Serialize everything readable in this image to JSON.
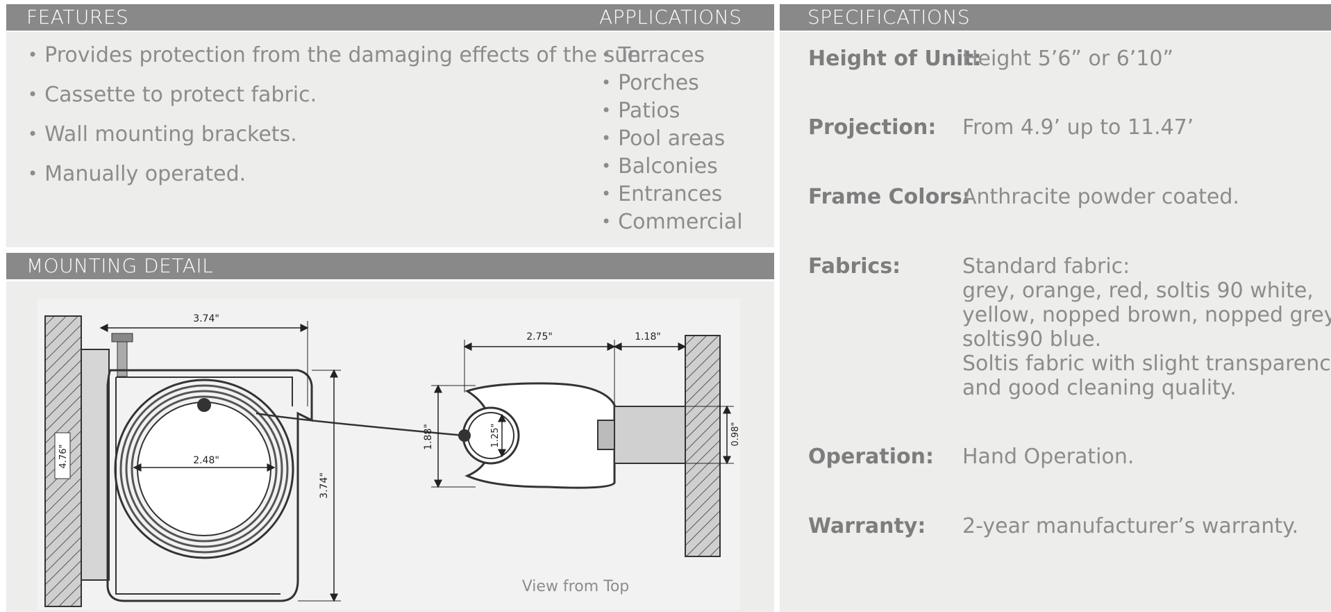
{
  "features": {
    "heading": "FEATURES",
    "items": [
      "Provides protection from the damaging effects of the sun.",
      "Cassette to protect fabric.",
      "Wall mounting brackets.",
      "Manually operated."
    ]
  },
  "applications": {
    "heading": "APPLICATIONS",
    "items": [
      "Terraces",
      "Porches",
      "Patios",
      "Pool areas",
      "Balconies",
      "Entrances",
      "Commercial"
    ]
  },
  "mounting": {
    "heading": "MOUNTING DETAIL",
    "caption": "View from Top",
    "dimensions": {
      "cassette_width": "3.74\"",
      "cassette_height": "3.74\"",
      "roll_diameter": "2.48\"",
      "bracket_height": "4.76\"",
      "bar_width": "2.75\"",
      "bracket_depth": "1.18\"",
      "bar_height": "1.88\"",
      "tube_diameter": "1.25\"",
      "mount_height": "0.98\""
    }
  },
  "specifications": {
    "heading": "SPECIFICATIONS",
    "rows": [
      {
        "label": "Height of Unit:",
        "value": [
          "Height 5’6” or 6’10”"
        ]
      },
      {
        "label": "Projection:",
        "value": [
          "From 4.9’ up to 11.47’"
        ]
      },
      {
        "label": "Frame Colors:",
        "value": [
          "Anthracite powder coated."
        ]
      },
      {
        "label": "Fabrics:",
        "value": [
          "Standard fabric:",
          "grey, orange, red, soltis 90 white,",
          "yellow, nopped brown, nopped grey,",
          "soltis90 blue.",
          "Soltis fabric with slight transparency",
          "and good cleaning quality."
        ]
      },
      {
        "label": "Operation:",
        "value": [
          "Hand Operation."
        ]
      },
      {
        "label": "Warranty:",
        "value": [
          "2-year manufacturer’s warranty."
        ]
      }
    ]
  }
}
